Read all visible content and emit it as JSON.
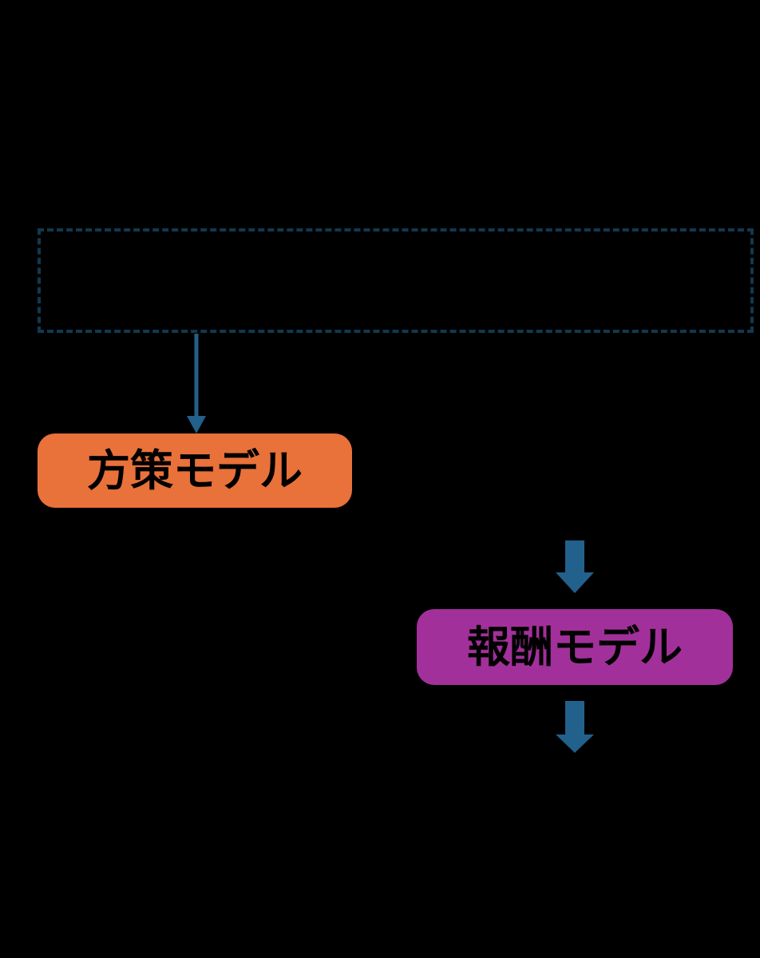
{
  "diagram": {
    "dashed_box": {
      "name": "dashed-placeholder-box",
      "label": ""
    },
    "policy_box": {
      "label": "方策モデル"
    },
    "reward_box": {
      "label": "報酬モデル"
    },
    "icons": {
      "thin_arrow": "down-arrow",
      "block_arrow_into_reward": "down-block-arrow",
      "block_arrow_out_of_reward": "down-block-arrow"
    }
  },
  "colors": {
    "background": "#000000",
    "dashed-border": "#12384E",
    "arrow": "#21618B",
    "policy-fill": "#E9713A",
    "reward-fill": "#A2309A",
    "label-text": "#000000"
  }
}
